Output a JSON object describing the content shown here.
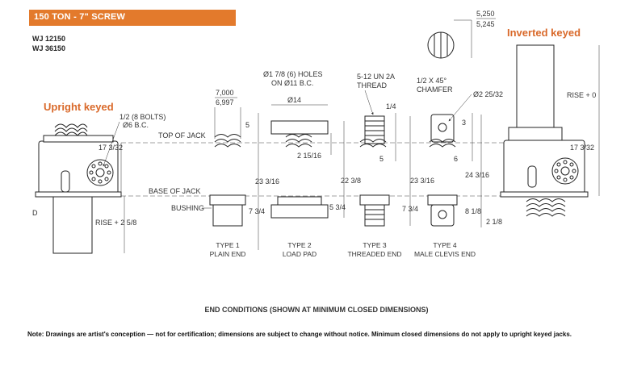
{
  "header": {
    "banner": "150 TON - 7\" SCREW",
    "models": [
      "WJ 12150",
      "WJ 36150"
    ]
  },
  "titles": {
    "upright": "Upright keyed",
    "inverted": "Inverted keyed"
  },
  "labels": {
    "top_of_jack": "TOP OF JACK",
    "base_of_jack": "BASE OF JACK",
    "bushing": "BUSHING",
    "d": "D",
    "rise_plus": "RISE + 2 5/8",
    "rise_zero": "RISE + 0",
    "bolts": "1/2 (8 BOLTS)",
    "bc6": "Ø6 B.C.",
    "dim_17_left": "17 3/32",
    "dim_17_right": "17 3/32",
    "dim_7000": "7,000",
    "dim_6997": "6,997",
    "dim_5_t1": "5",
    "dim_23_left": "23 3/16",
    "dim_7_34_t1": "7 3/4",
    "holes1": "Ø1 7/8 (6) HOLES",
    "holes2": "ON Ø11 B.C.",
    "dia14": "Ø14",
    "dim_215": "2 15/16",
    "dim_22": "22 3/8",
    "dim_534": "5 3/4",
    "thread1": "5-12 UN 2A",
    "thread2": "THREAD",
    "dim_14": "1/4",
    "dim_5_t3": "5",
    "dim_23_t3": "23 3/16",
    "dim_7_34_t3": "7 3/4",
    "chamfer1": "1/2 X 45°",
    "chamfer2": "CHAMFER",
    "dia_25": "Ø2 25/32",
    "dim_3": "3",
    "dim_6": "6",
    "dim_24": "24 3/16",
    "dim_818": "8 1/8",
    "dim_218": "2 1/8",
    "dim_5250": "5,250",
    "dim_5245": "5,245"
  },
  "types": [
    {
      "name": "TYPE 1",
      "desc": "PLAIN END"
    },
    {
      "name": "TYPE 2",
      "desc": "LOAD PAD"
    },
    {
      "name": "TYPE 3",
      "desc": "THREADED END"
    },
    {
      "name": "TYPE 4",
      "desc": "MALE CLEVIS END"
    }
  ],
  "caption": "END CONDITIONS (SHOWN AT MINIMUM CLOSED DIMENSIONS)",
  "note": "Note: Drawings are artist's conception — not for certification; dimensions are subject to change without notice. Minimum closed dimensions do not apply to upright keyed jacks."
}
